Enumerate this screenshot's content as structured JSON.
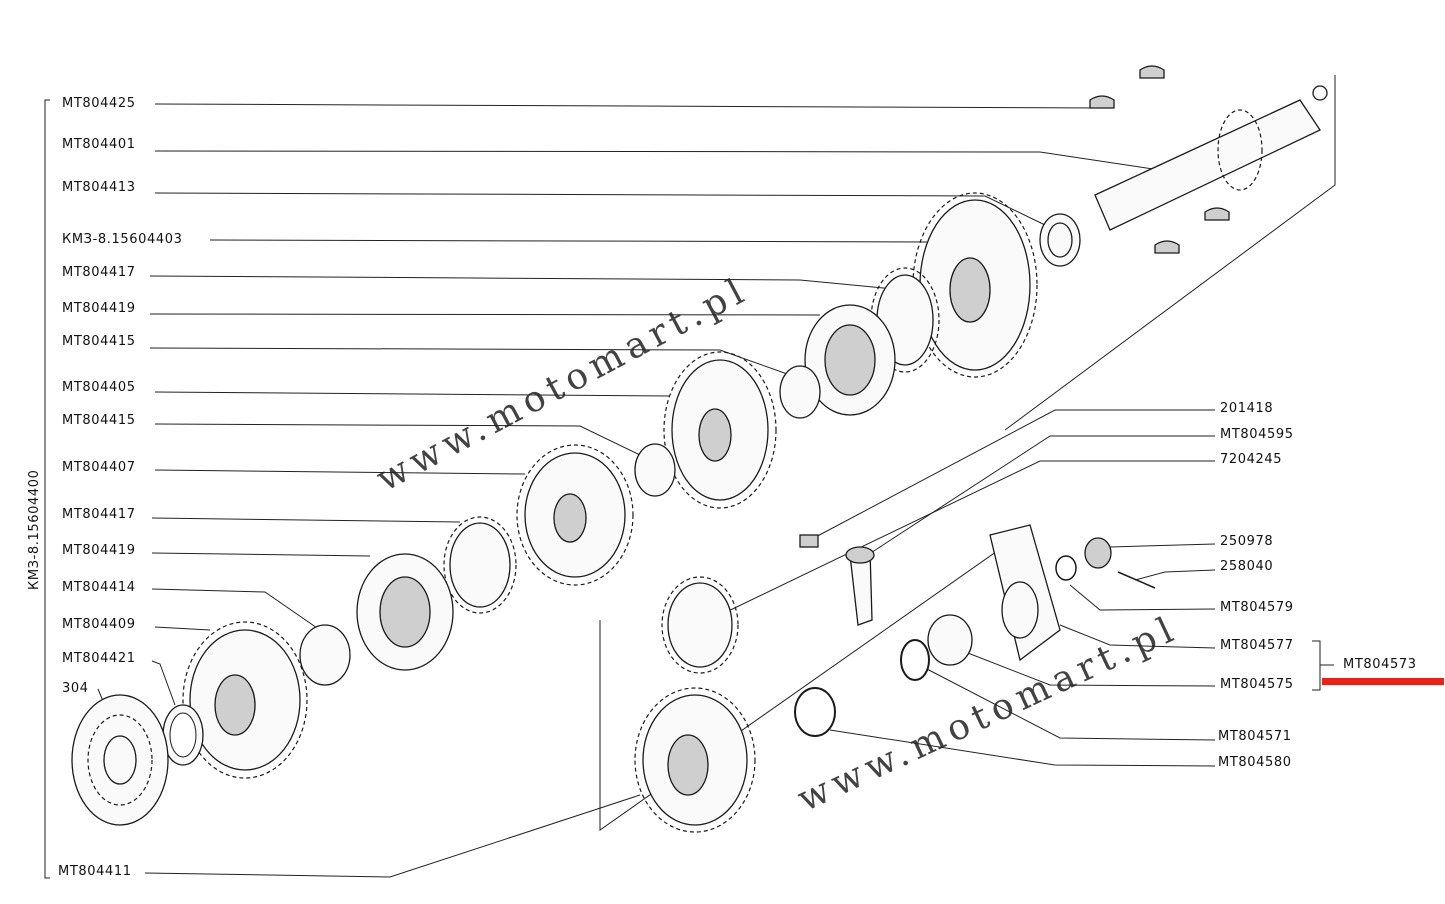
{
  "watermark": "www.motomart.pl",
  "assembly_vertical": "КМЗ-8.15604400",
  "left_labels": [
    "MT804425",
    "MT804401",
    "MT804413",
    "КМЗ-8.15604403",
    "MT804417",
    "MT804419",
    "MT804415",
    "MT804405",
    "MT804415",
    "MT804407",
    "MT804417",
    "MT804419",
    "MT804414",
    "MT804409",
    "MT804421",
    "304",
    "MT804411"
  ],
  "right_labels": [
    "201418",
    "MT804595",
    "7204245",
    "250978",
    "258040",
    "MT804579",
    "MT804577",
    "MT804575",
    "MT804571",
    "MT804580"
  ],
  "group_label": "MT804573",
  "colors": {
    "highlight": "#e3241b",
    "ink": "#1a1a1a"
  }
}
